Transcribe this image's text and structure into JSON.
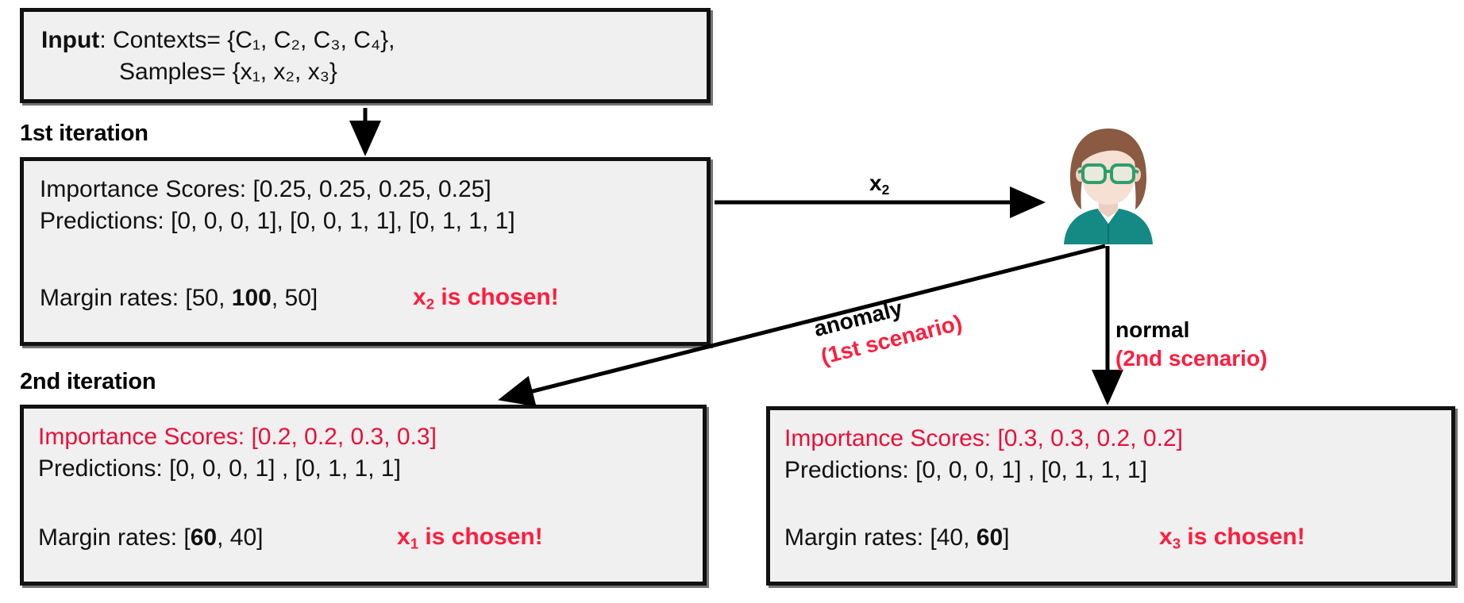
{
  "diagram": {
    "title_hidden": "",
    "colors": {
      "accent_red": "#ff1d3d",
      "score_red": "#e8103a",
      "box_fill": "#f0f0f0",
      "box_border": "#111111",
      "avatar_shirt": "#158a84",
      "avatar_hair": "#8a5a42",
      "avatar_skin": "#f2d9cd",
      "avatar_glasses": "#2e9e6b"
    },
    "input_box": {
      "label_bold": "Input",
      "label_rest": ": Contexts= {C",
      "line1_prefix_bold": "Input",
      "line1": ": Contexts= {C₁, C₂, C₃, C₄},",
      "line2": "Samples= {x₁, x₂, x₃}"
    },
    "iteration1": {
      "heading": "1st iteration",
      "importance_label": "Importance Scores: ",
      "importance_values": "[0.25, 0.25, 0.25, 0.25]",
      "predictions_label": "Predictions:  ",
      "predictions_values": "[0, 0, 0, 1],  [0, 0, 1, 1], [0, 1, 1, 1]",
      "margin_label": "Margin rates: ",
      "margin_prefix": "[50, ",
      "margin_bold": "100",
      "margin_suffix": ", 50]",
      "chosen_var": "x",
      "chosen_sub": "2",
      "chosen_text": " is chosen!"
    },
    "human_arrow": {
      "label_var": "x",
      "label_sub": "2"
    },
    "branches": {
      "anomaly": {
        "label": "anomaly",
        "scenario": "(1st scenario)"
      },
      "normal": {
        "label": "normal",
        "scenario": "(2nd scenario)"
      }
    },
    "iteration2": {
      "heading": "2nd iteration",
      "left": {
        "importance_label": "Importance Scores: ",
        "importance_values": "[0.2, 0.2, 0.3, 0.3]",
        "predictions_label": "Predictions:  ",
        "predictions_values": "[0, 0, 0, 1] , [0, 1, 1, 1]",
        "margin_label": "Margin rates: ",
        "margin_prefix": "[",
        "margin_bold": "60",
        "margin_suffix": ", 40]",
        "chosen_var": "x",
        "chosen_sub": "1",
        "chosen_text": " is chosen!"
      },
      "right": {
        "importance_label": "Importance Scores: ",
        "importance_values": "[0.3, 0.3, 0.2, 0.2]",
        "predictions_label": "Predictions:  ",
        "predictions_values": "[0, 0, 0, 1] , [0, 1, 1, 1]",
        "margin_label": "Margin rates: ",
        "margin_prefix": "[40, ",
        "margin_bold": "60",
        "margin_suffix": "]",
        "chosen_var": "x",
        "chosen_sub": "3",
        "chosen_text": " is chosen!"
      }
    },
    "avatar": {
      "name": "human-annotator-avatar"
    }
  }
}
